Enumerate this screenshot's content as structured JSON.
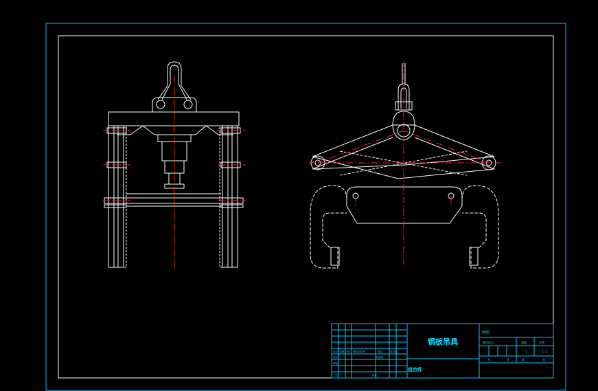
{
  "title_block": {
    "drawing_name": "钢板吊具",
    "assembly_label": "组合件",
    "material_label": "材料",
    "small_labels": [
      "图样标记",
      "重量",
      "比例"
    ],
    "scale_value": "1:1",
    "quantity_value": "1",
    "row_labels_left": [
      "标记",
      "处数",
      "分区",
      "更改文件号",
      "签名",
      "年月日"
    ],
    "row_labels_left2": [
      "设计",
      "标准化",
      "审核",
      "工艺",
      "批准"
    ],
    "sheet_labels": [
      "共",
      "张",
      "第",
      "张"
    ]
  },
  "colors": {
    "background": "#000000",
    "frame": "#00c8ff",
    "lines": "#ffffff",
    "centerline": "#ff2020",
    "title_text": "#00d8ff"
  }
}
